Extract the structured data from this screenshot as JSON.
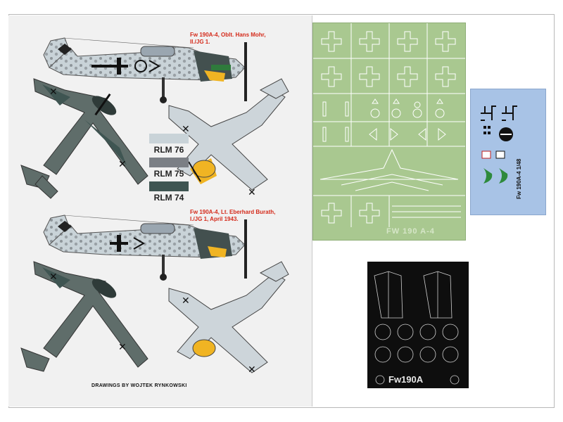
{
  "profile1": {
    "caption_lines": [
      "Fw 190A-4, Oblt. Hans Mohr,",
      "II./JG 1."
    ]
  },
  "profile2": {
    "caption_lines": [
      "Fw 190A-4, Lt. Eberhard Burath,",
      "I./JG 1, April 1943."
    ]
  },
  "colors": [
    {
      "label": "RLM 76",
      "hex": "#c9d3d8"
    },
    {
      "label": "RLM 75",
      "hex": "#7b7f85"
    },
    {
      "label": "RLM 74",
      "hex": "#3f5552"
    }
  ],
  "credit": "DRAWINGS BY WOJTEK RYNKOWSKI",
  "decal_sheet": {
    "label": "FW 190 A-4",
    "color": "#a9c890"
  },
  "small_decal": {
    "label": "Fw 190A-4 1/48",
    "color": "#a8c3e6"
  },
  "mask_sheet": {
    "label": "Fw190A",
    "color": "#0e0e0e"
  },
  "palette": {
    "camo_light": "#c9d3d8",
    "camo_mid": "#7b7f85",
    "camo_dark": "#3f5552",
    "yellow": "#f0b423"
  }
}
